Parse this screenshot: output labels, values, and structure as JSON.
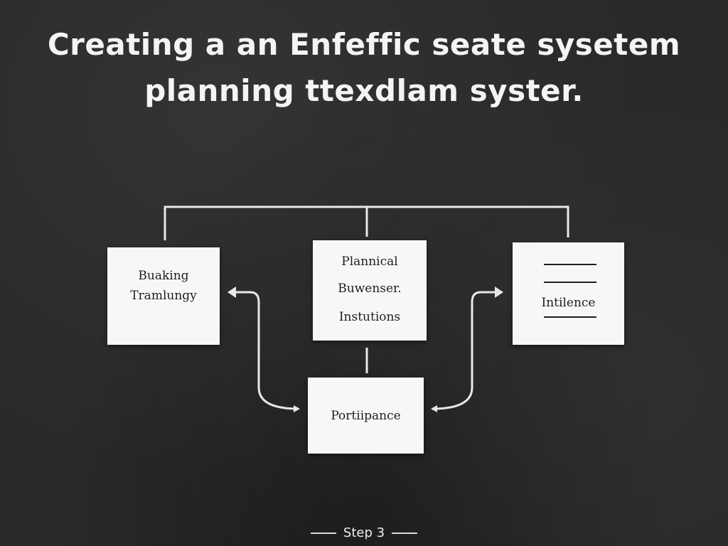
{
  "title": {
    "line1": "Creating a an Enfeffic seate sysetem",
    "line2": "planning ttexdlam syster."
  },
  "boxes": {
    "left": {
      "line1": "Buaking",
      "line2": "Tramlungy"
    },
    "center": {
      "line1": "Plannical",
      "line2": "Buwenser.",
      "line3": "Instutions"
    },
    "right": {
      "line1": "Intilence"
    },
    "bottom": {
      "line1": "Portiipance"
    }
  },
  "footer": {
    "step_label": "Step 3"
  },
  "colors": {
    "background": "#29292a",
    "box_fill": "#f7f7f5",
    "chalk_line": "#e8e8e8",
    "text_dark": "#1e1e1e",
    "text_light": "#f4f4f4"
  }
}
